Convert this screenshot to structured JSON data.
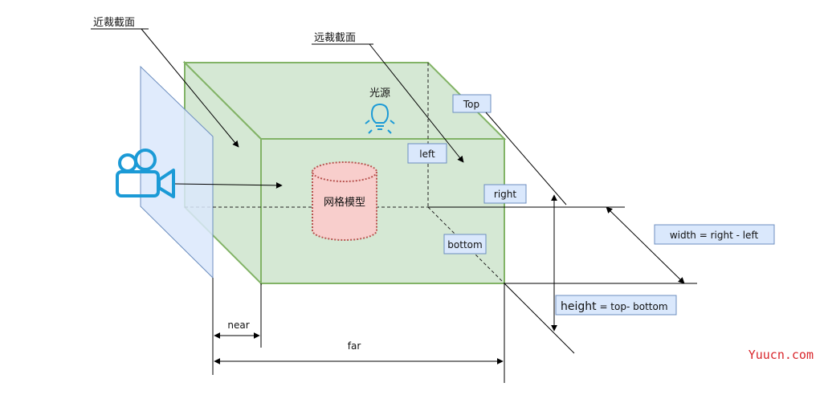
{
  "labels": {
    "near_plane": "近裁截面",
    "far_plane": "远裁截面",
    "light": "光源",
    "mesh": "网格模型",
    "top": "Top",
    "left": "left",
    "right": "right",
    "bottom": "bottom",
    "width_formula": "width = right - left",
    "height_word": "height",
    "height_formula": " = top- bottom",
    "near": "near",
    "far": "far"
  },
  "watermark": "Yuucn.com",
  "colors": {
    "box_fill": "#d5e8d4",
    "box_stroke": "#82b366",
    "plane_fill": "#dae8fc",
    "plane_stroke": "#6c8ebf",
    "cylinder_fill": "#f8cecc",
    "cylinder_stroke": "#b85450",
    "icon_blue": "#1b9ad6",
    "watermark": "#d9262c"
  },
  "icons": {
    "camera": "video-camera-icon",
    "light": "light-bulb-icon"
  }
}
